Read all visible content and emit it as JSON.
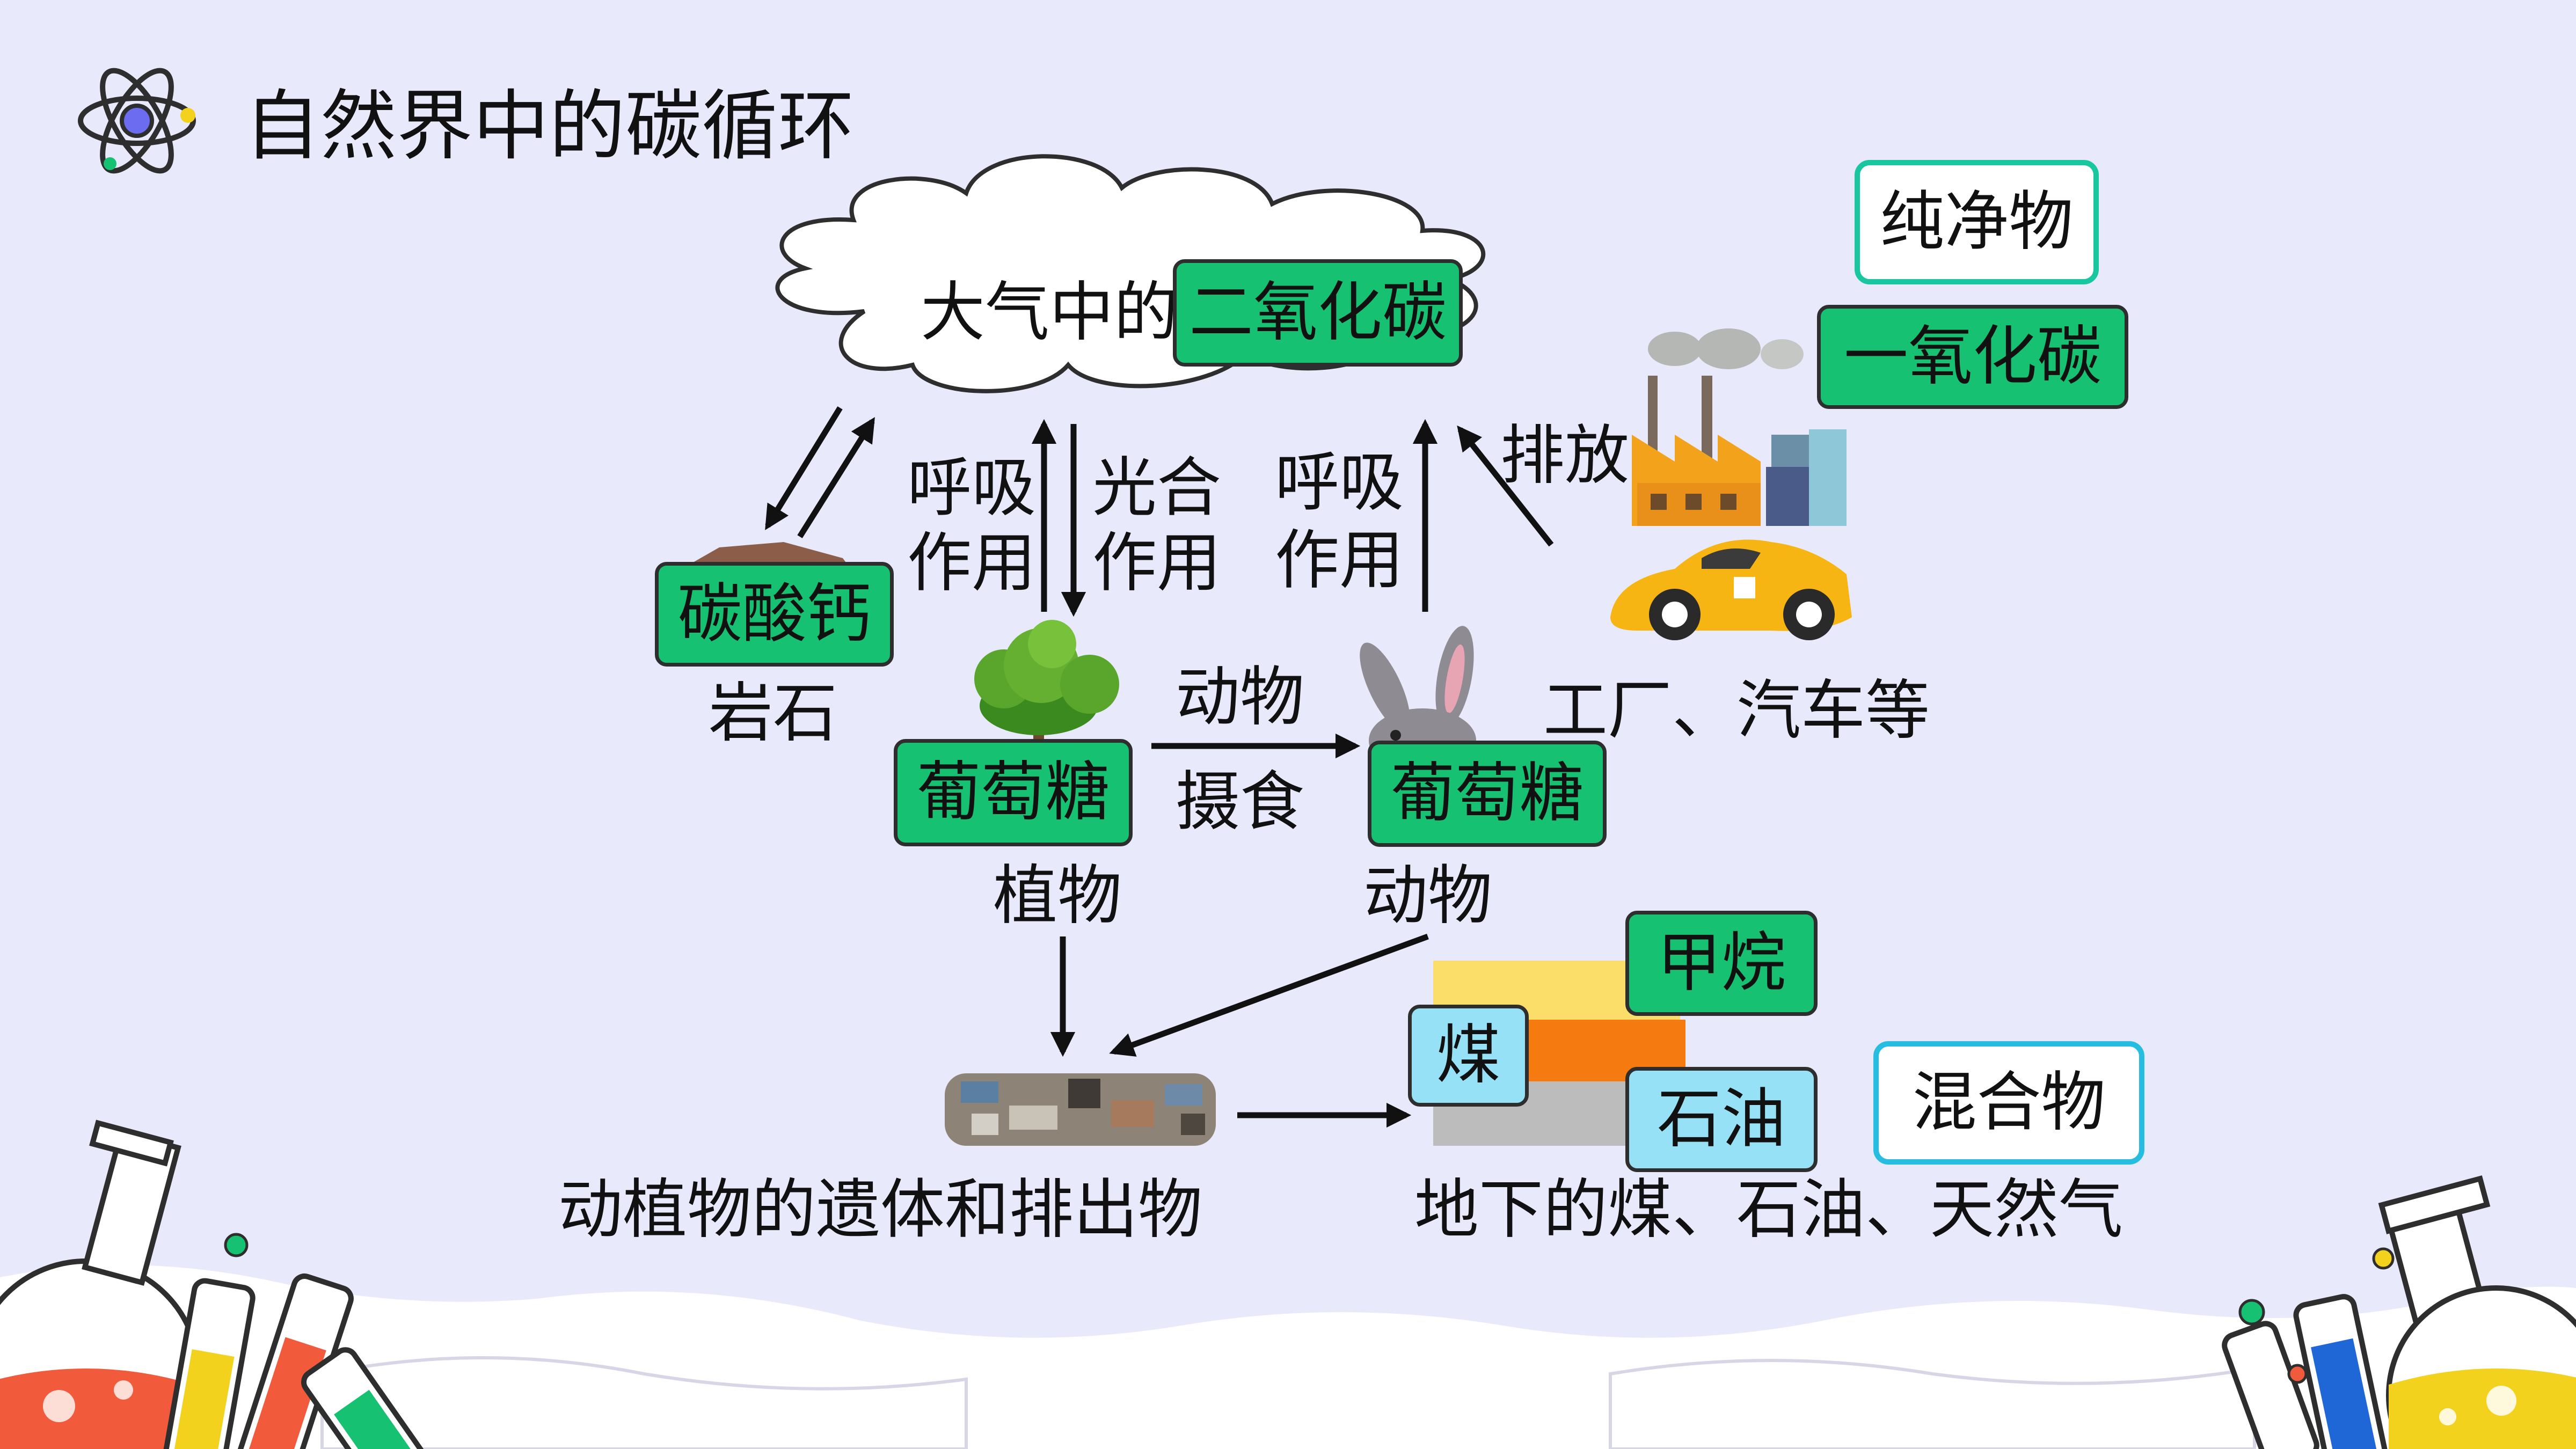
{
  "title": "自然界中的碳循环",
  "cloud": {
    "prefix": "大气中的",
    "substance": "二氧化碳"
  },
  "legend": {
    "pure": "纯净物",
    "co": "一氧化碳",
    "mixture": "混合物"
  },
  "labels": {
    "respiration_left": [
      "呼吸",
      "作用"
    ],
    "photosynthesis": [
      "光合",
      "作用"
    ],
    "respiration_right": [
      "呼吸",
      "作用"
    ],
    "emission": "排放",
    "feeding": [
      "动物",
      "摄食"
    ],
    "rock": "岩石",
    "plant": "植物",
    "animal": "动物",
    "factory": "工厂、汽车等",
    "remains": "动植物的遗体和排出物",
    "fossil": "地下的煤、石油、天然气"
  },
  "boxes": {
    "calcium_carbonate": "碳酸钙",
    "glucose_plant": "葡萄糖",
    "glucose_animal": "葡萄糖",
    "methane": "甲烷",
    "coal": "煤",
    "petroleum": "石油"
  },
  "colors": {
    "background": "#e8e9fb",
    "pure_box": "#17c172",
    "mixture_box": "#96e1f5",
    "pure_border": "#18c6a0",
    "mixture_border": "#27bde0"
  },
  "icons": [
    "atom-icon",
    "rock-icon",
    "bush-icon",
    "rabbit-icon",
    "factory-icon",
    "car-icon",
    "debris-icon",
    "strata-icon",
    "flask-icon",
    "test-tube-icon"
  ]
}
